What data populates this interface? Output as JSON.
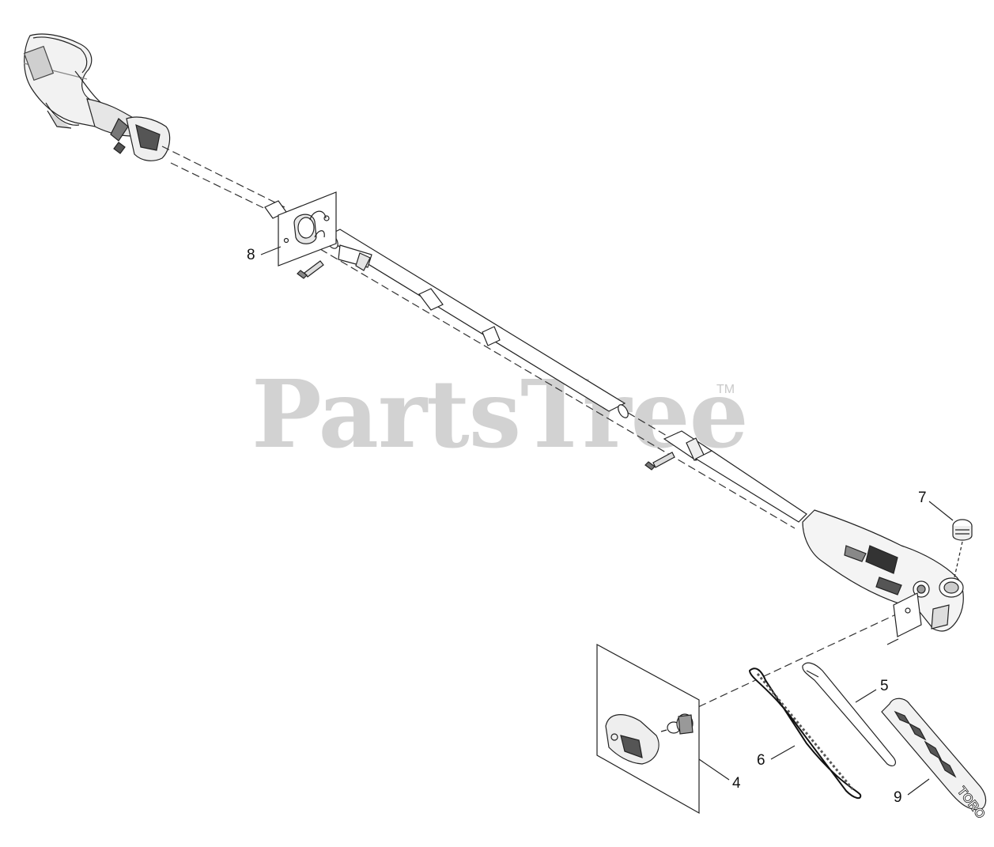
{
  "watermark": {
    "text": "PartsTree",
    "trademark": "TM"
  },
  "callouts": [
    {
      "id": "8",
      "label": "8"
    },
    {
      "id": "7",
      "label": "7"
    },
    {
      "id": "5",
      "label": "5"
    },
    {
      "id": "6",
      "label": "6"
    },
    {
      "id": "4",
      "label": "4"
    },
    {
      "id": "9",
      "label": "9"
    }
  ],
  "decal_text": "TORO"
}
